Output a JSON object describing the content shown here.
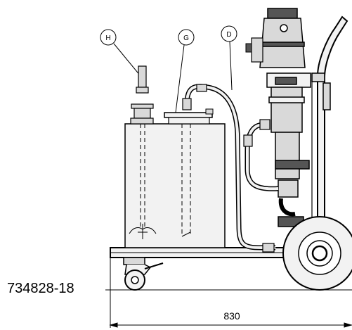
{
  "callouts": [
    {
      "letter": "H"
    },
    {
      "letter": "G"
    },
    {
      "letter": "D"
    }
  ],
  "drawing_number": "734828-18",
  "dimension": {
    "value": "830"
  },
  "colors": {
    "line": "#000000",
    "tank_fill": "#f2f2f2",
    "pump_fill": "#d9d9d9",
    "dark": "#555555",
    "background": "#ffffff"
  }
}
